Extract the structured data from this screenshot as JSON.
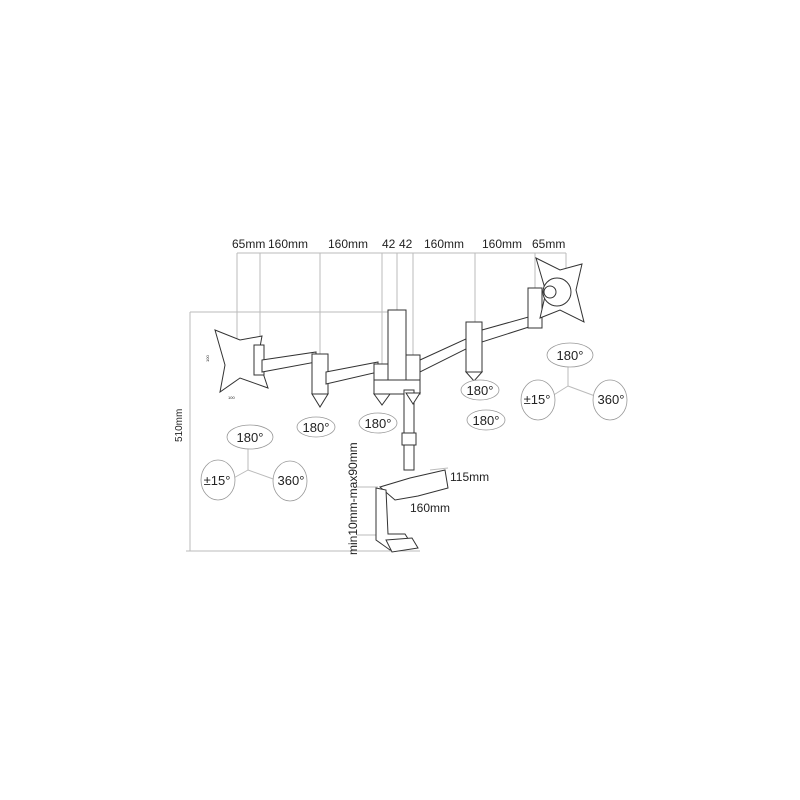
{
  "dimensions": {
    "top": [
      "65mm",
      "160mm",
      "160mm",
      "42",
      "42",
      "160mm",
      "160mm",
      "65mm"
    ],
    "height": "510mm",
    "clamp_range": "min10mm-max90mm",
    "clamp_depth": "115mm",
    "clamp_width": "160mm",
    "vesa_a": "100",
    "vesa_b": "100"
  },
  "rotations": {
    "left_group": {
      "tilt": "180°",
      "swivel": "±15°",
      "rotate": "360°"
    },
    "right_group": {
      "tilt": "180°",
      "swivel": "±15°",
      "rotate": "360°"
    },
    "joints": [
      "180°",
      "180°",
      "180°",
      "180°"
    ]
  }
}
